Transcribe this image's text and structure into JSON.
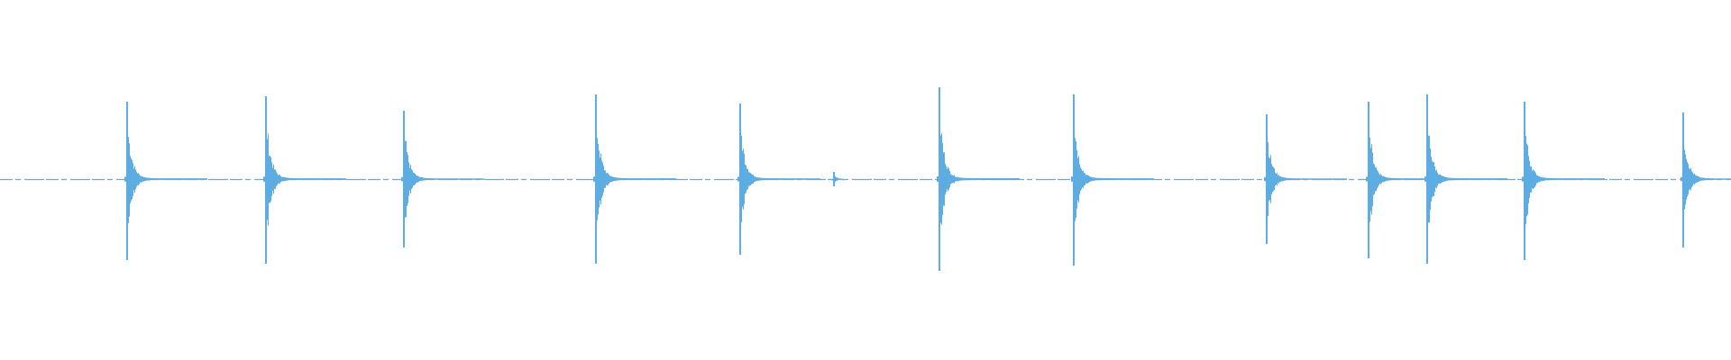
{
  "waveform": {
    "color": "#5dade2",
    "background": "#ffffff",
    "amplitude_range": [
      -1,
      1
    ],
    "transients": [
      {
        "onset_fraction": 0.073,
        "peak_pos": 0.43,
        "peak_neg": 0.45
      },
      {
        "onset_fraction": 0.153,
        "peak_pos": 0.46,
        "peak_neg": 0.47
      },
      {
        "onset_fraction": 0.233,
        "peak_pos": 0.38,
        "peak_neg": 0.38
      },
      {
        "onset_fraction": 0.344,
        "peak_pos": 0.47,
        "peak_neg": 0.47
      },
      {
        "onset_fraction": 0.427,
        "peak_pos": 0.42,
        "peak_neg": 0.42
      },
      {
        "onset_fraction": 0.481,
        "peak_pos": 0.04,
        "peak_neg": 0.04
      },
      {
        "onset_fraction": 0.542,
        "peak_pos": 0.51,
        "peak_neg": 0.51
      },
      {
        "onset_fraction": 0.62,
        "peak_pos": 0.47,
        "peak_neg": 0.48
      },
      {
        "onset_fraction": 0.731,
        "peak_pos": 0.36,
        "peak_neg": 0.36
      },
      {
        "onset_fraction": 0.79,
        "peak_pos": 0.43,
        "peak_neg": 0.44
      },
      {
        "onset_fraction": 0.824,
        "peak_pos": 0.47,
        "peak_neg": 0.47
      },
      {
        "onset_fraction": 0.88,
        "peak_pos": 0.43,
        "peak_neg": 0.45
      },
      {
        "onset_fraction": 0.972,
        "peak_pos": 0.37,
        "peak_neg": 0.38
      }
    ]
  }
}
